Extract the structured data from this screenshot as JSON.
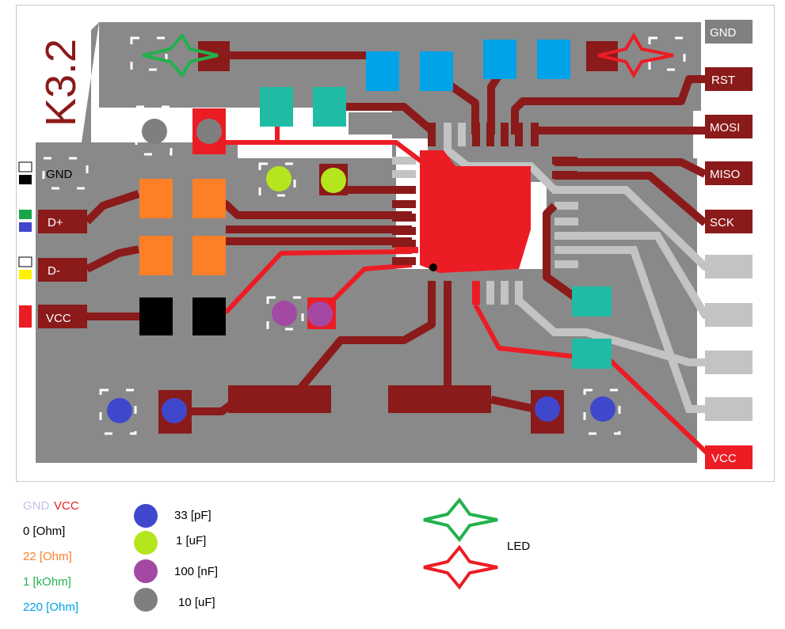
{
  "board": {
    "title": "K3.2"
  },
  "right_pins": [
    {
      "label": "GND",
      "color": "#808080"
    },
    {
      "label": "RST",
      "color": "#8b1a1a"
    },
    {
      "label": "MOSI",
      "color": "#8b1a1a"
    },
    {
      "label": "MISO",
      "color": "#8b1a1a"
    },
    {
      "label": "SCK",
      "color": "#8b1a1a"
    },
    {
      "label": "VCC",
      "color": "#ec1c24"
    }
  ],
  "left_pins": [
    {
      "label": "GND",
      "markers": [
        "#ffffff",
        "#000000"
      ]
    },
    {
      "label": "D+",
      "markers": [
        "#1aa54a",
        "#3f48cc"
      ]
    },
    {
      "label": "D-",
      "markers": [
        "#ffffff",
        "#fff200"
      ]
    },
    {
      "label": "VCC",
      "markers": [
        "#ec1c24"
      ]
    }
  ],
  "legend": {
    "gnd": "GND",
    "vcc": "VCC",
    "resistors": [
      {
        "label": "0 [Ohm]",
        "color": "#000000"
      },
      {
        "label": "22 [Ohm]",
        "color": "#ff7f27"
      },
      {
        "label": "1 [kOhm]",
        "color": "#22b14c"
      },
      {
        "label": "220 [Ohm]",
        "color": "#00a2e8"
      }
    ],
    "capacitors": [
      {
        "label": "33 [pF]",
        "color": "#3f48cc"
      },
      {
        "label": "1 [uF]",
        "color": "#b5e61d"
      },
      {
        "label": "100 [nF]",
        "color": "#a349a4"
      },
      {
        "label": "10 [uF]",
        "color": "#7f7f7f"
      }
    ],
    "led_label": "LED"
  },
  "colors": {
    "board_gray": "#898989",
    "trace_dark": "#8b1a1a",
    "trace_red": "#ec1c24",
    "pad_light": "#c3c3c3",
    "teal": "#20bba5",
    "gnd_legend": "#c8bfe7"
  }
}
